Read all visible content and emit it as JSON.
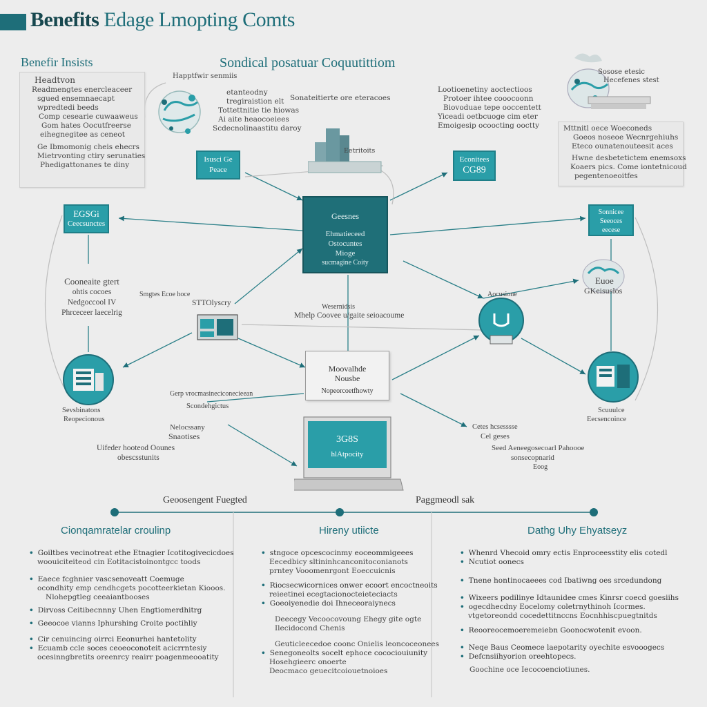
{
  "title": {
    "part1": "Benefits",
    "part2": " Edage Lmopting Comts"
  },
  "left_panel": {
    "heading": "Benefir Insists",
    "subheading": "Headtvon",
    "lines": [
      "Readmengtes enercleaceer",
      "sgued ensemnaecapt",
      "wpredtedi beeds",
      "Comp cesearie cuwaaweus",
      "Gom hates Oocutfreerse",
      "eihegnegitee as ceneot",
      "Ge Ibmomonig cheis ehecrs",
      "Mietrvonting ctiry serunaties",
      "Phedigattonanes te diny"
    ]
  },
  "center_heading": "Sondical posatuar Coquutittiom",
  "top_left_cluster": {
    "label": "Happtfwir senmiis",
    "lines": [
      "etanteodny",
      "tregiraistion elt",
      "Tottettnitie tie hiowas",
      "Ai aite heaocoeiees",
      "Scdecnolinaastitu daroy"
    ]
  },
  "top_mid_text": "Sonateitierte ore eteracoes",
  "top_right_text": {
    "lines": [
      "Lootioenetiny aoctectioos",
      "Protoer ihtee cooocoonn",
      "Biovoduae tepe ooccentett",
      "Yiceadi oetbcuoge cim eter",
      "Emoigesip ocoocting ooctty"
    ]
  },
  "right_panel": {
    "icon_label": "Sosose etesic",
    "icon_sub": "Hecefenes stest",
    "lines": [
      "Mttnitl oece Woeconeds",
      "Goeos noseoe Wecnrgehiuhs",
      "Eteco ounatenouteesit aces",
      "Hwne desbetetictem enemsoxs",
      "Koaers pics. Come iontetnicoud",
      "pegentenoeoitfes"
    ]
  },
  "server_label": "Eetritoits",
  "box_left_top": {
    "line1": "Isusci Ge",
    "line2": "Peace"
  },
  "box_right_top": {
    "line1": "Econitees",
    "line2": "CG89"
  },
  "box_far_left": {
    "line1": "EGSGi",
    "line2": "Ceecsunctes"
  },
  "box_far_right": {
    "line1": "Sonnicee",
    "line2": "Seeoces",
    "line3": "eecese"
  },
  "center_box": {
    "line1": "Geesnes",
    "line2": "Ehmatieceed",
    "line3": "Ostocuntes",
    "line4": "Mioge",
    "line5": "sucmagine Coity"
  },
  "left_mid_text": {
    "lines": [
      "Cooneaite gtert",
      "ohtis cocoes",
      "Nedgoccool IV",
      "Phrceceer laecelrig"
    ]
  },
  "router_label": {
    "line1": "Smgtes Ecoe hoce",
    "line2": "STTOlyscry"
  },
  "center_mid_text": {
    "line1": "Wesernidsis",
    "line2": "Mhelp Coovee u/gaite seioacoume"
  },
  "right_icon": {
    "line1": "Aocusione",
    "line2": "Euoe",
    "line3": "GKeisuslos"
  },
  "mid_box": {
    "line1": "Moovalhde",
    "line2": "Nousbe",
    "line3": "Nopeorcoetfhowty"
  },
  "left_circle_caption": {
    "line1": "Sevsbinatons",
    "line2": "Reopecionous"
  },
  "right_circle_caption": {
    "line1": "Scuuulce",
    "line2": "Eecsencoince"
  },
  "under_mid_left": {
    "line1": "Gerp vrocmasineciconecieean",
    "line2": "Scondehgictus"
  },
  "lower_left_text": {
    "line1": "Nelocssany",
    "line2": "Snaotises"
  },
  "lower_left2_text": {
    "line1": "Uifeder hooteod Oounes",
    "line2": "obescsstunits"
  },
  "lower_right_text": {
    "line1": "Cetes hcsesssse",
    "line2": "Cel geses",
    "line3": "Seed Aeneegosecoarl Pahoooe",
    "line4": "sonsecopnarid",
    "line5": "Eoog"
  },
  "laptop": {
    "line1": "3G8S",
    "line2": "hlAtpocity"
  },
  "timeline": {
    "label_left": "Geoosengent Fuegted",
    "label_right": "Paggmeodl sak"
  },
  "columns": [
    {
      "heading": "Cionqamratelar croulinp",
      "bullets": [
        [
          "Goiltbes vecinotreat ethe Etnagier Icotitogivecicdoes",
          "woouiciteiteod cin Eotitacistoinontgcc toods"
        ],
        [
          "Eaece fcghnier vascsenoveatt Coemuge",
          "ocondhity emp cendhcgets pocotteerkietan Kiooos.",
          "Nlohepgtleg ceeaiantbooses"
        ],
        [
          "Dirvoss Ceitibecnnny Uhen Engtiomerdhitrg"
        ],
        [
          "Geeocoe vianns Iphurshing Croite poctihliy"
        ],
        [
          "Cir cenuincing oirrci Eeonurhei hantetolity",
          "Ecuamb ccle soces ceoeoconoteit acicrrntesiy",
          "ocesinngbretits oreenrcy reairr poagenmeooatity"
        ]
      ]
    },
    {
      "heading": "Hireny utiicte",
      "bullets": [
        [
          "stngoce opcescocinmy eoceommigeees",
          "Eecedbicy sltininhcanconitoconianots",
          "prntey Vooomenrgont Eoeccuicnis"
        ],
        [
          "Riocsecwicornices onwer ecoort encoctneoits",
          "reieetinei ecegtacionocteieteciacts",
          "Goeoiyenedie doi Ihneceoraiynecs"
        ],
        [
          "Deecegy Vecoocovoung Ehegy gite ogte",
          "Ilecidocond Chenis"
        ],
        [
          "Geuticleecedoe coonc Onielis leoncoceonees",
          "Senegoneolts socelt ephoce cocociouiunity",
          "Hosehgieerc onoerte",
          "Deocmaco geuecitcoiouetnoioes"
        ]
      ]
    },
    {
      "heading": "Dathg Uhy Ehyatseyz",
      "bullets": [
        [
          "Whenrd Vhecoid omry ectis Enproceesstity elis cotedl",
          "Ncutiot oonecs"
        ],
        [
          "Tnene hontinocaeees cod Ibatiwng oes srcedundong"
        ],
        [
          "Wixeers podilinye Idtaunidee cmes Kinrsr coecd goesiihs",
          "ogecdhecdny Eocelomy coletrnythinoh Icormes.",
          "vtgetoreondd cocedettitnccns Eocnhhiscpuegtnitds"
        ],
        [
          "Reooreocemoeremeiebn Goonocwotenit evoon."
        ],
        [
          "Neqe Baus Ceomece laepotarity oyechite esvooogecs",
          "Defcnsiihyorion oreehtopecs.",
          "Goochine oce Iecocoenciotiunes."
        ]
      ]
    }
  ]
}
